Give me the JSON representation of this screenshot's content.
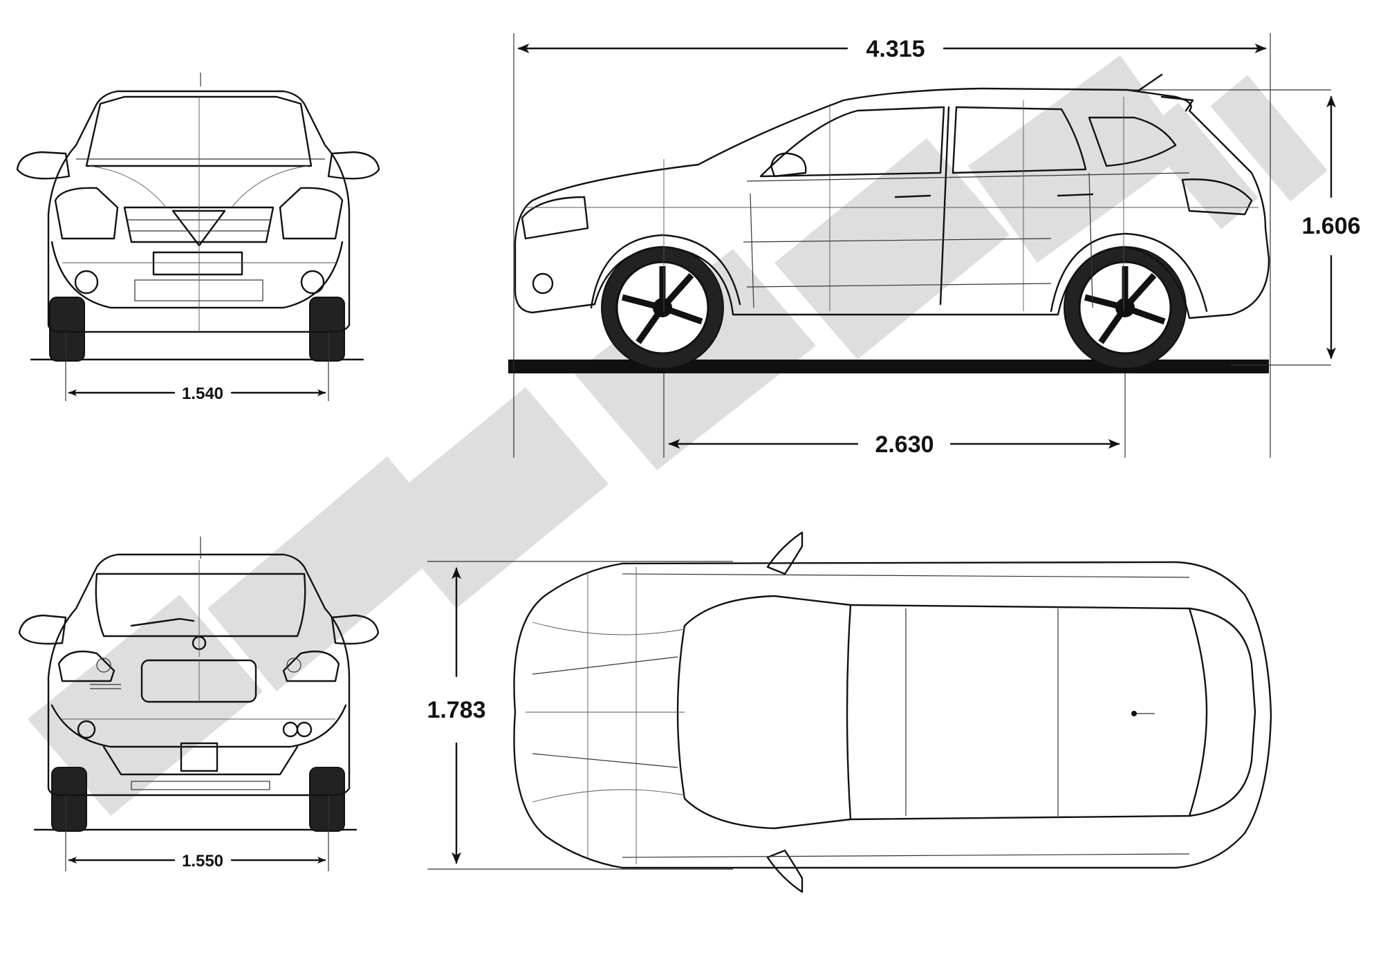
{
  "dimensions": {
    "length": "4.315",
    "height": "1.606",
    "wheelbase": "2.630",
    "front_track": "1.540",
    "rear_track": "1.550",
    "width": "1.783"
  },
  "colors": {
    "line": "#111111",
    "watermark": "#d8d8d8",
    "background": "#ffffff"
  },
  "views": [
    "front",
    "side",
    "rear",
    "top"
  ]
}
